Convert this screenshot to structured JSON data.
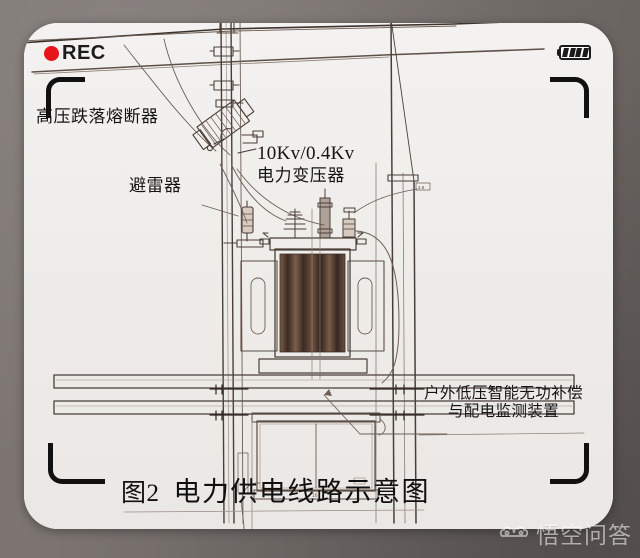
{
  "overlay": {
    "rec_label": "REC",
    "rec_dot_color": "#e8141b",
    "battery_bars": 4
  },
  "annotations": {
    "high_voltage_drop_out_fuse": "高压跌落熔断器",
    "lightning_arrester": "避雷器",
    "transformer_rating": "10Kv/0.4Kv",
    "transformer_name": "电力变压器",
    "compensation_line1": "户外低压智能无功补偿",
    "compensation_line2": "与配电监测装置"
  },
  "caption": {
    "figure_number": "图2",
    "title": "电力供电线路示意图"
  },
  "watermark": {
    "text": "悟空问答"
  },
  "colors": {
    "backdrop": "#746e6b",
    "card": "#f1efed",
    "ink": "#111111",
    "drawing_line": "#5a4b42",
    "rec_red": "#e8141b"
  }
}
